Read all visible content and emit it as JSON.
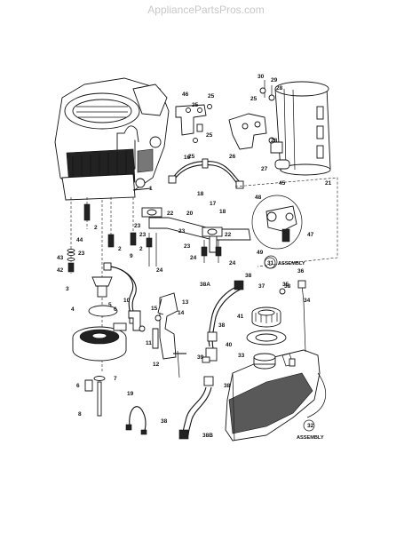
{
  "watermark": "AppliancePartsPros.com",
  "callouts": {
    "c1": "1",
    "c2a": "2",
    "c2b": "2",
    "c2c": "2",
    "c3": "3",
    "c4": "4",
    "c5": "5",
    "c6a": "6",
    "c6b": "6",
    "c7": "7",
    "c8": "8",
    "c9": "9",
    "c10": "10",
    "c11": "11",
    "c12": "12",
    "c13": "13",
    "c14": "14",
    "c15": "15",
    "c16": "16",
    "c17": "17",
    "c18a": "18",
    "c18b": "18",
    "c19": "19",
    "c20": "20",
    "c21": "21",
    "c22a": "22",
    "c22b": "22",
    "c23a": "23",
    "c23b": "23",
    "c23c": "23",
    "c23d": "23",
    "c23e": "23",
    "c24a": "24",
    "c24b": "24",
    "c24c": "24",
    "c25a": "25",
    "c25b": "25",
    "c25c": "25",
    "c25d": "25",
    "c25e": "25",
    "c26": "26",
    "c27": "27",
    "c28a": "28",
    "c28b": "28",
    "c29": "29",
    "c30": "30",
    "c31": "31",
    "c32": "32",
    "c33": "33",
    "c34": "34",
    "c35": "35",
    "c36": "36",
    "c37": "37",
    "c38a": "38",
    "c38b": "38",
    "c38c": "38",
    "c38d": "38",
    "c38e": "38",
    "c38A": "38A",
    "c38B": "38B",
    "c39": "39",
    "c40": "40",
    "c41": "41",
    "c42": "42",
    "c43": "43",
    "c44": "44",
    "c45": "45",
    "c46": "46",
    "c47": "47",
    "c48": "48",
    "c49": "49"
  },
  "assembly_labels": {
    "a31": "ASSEMBLY",
    "a32": "ASSEMBLY"
  }
}
